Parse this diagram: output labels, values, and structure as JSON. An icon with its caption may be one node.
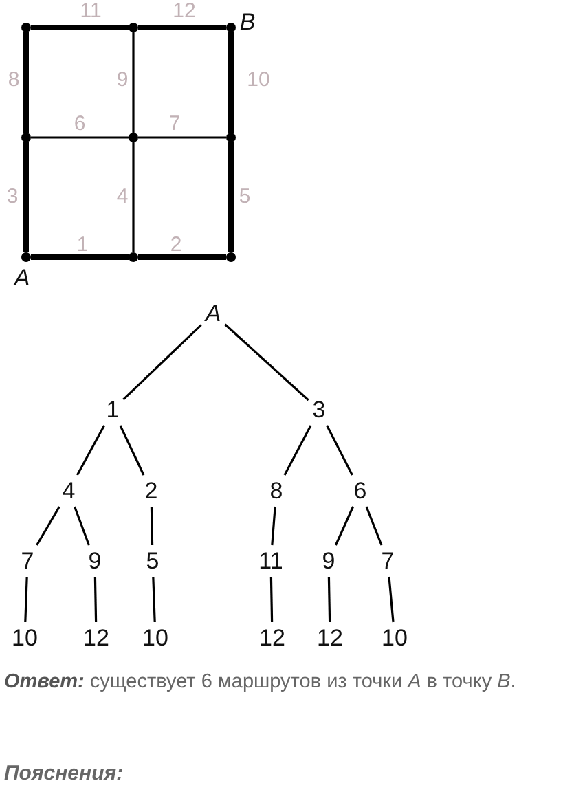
{
  "diagram": {
    "nodes": [
      {
        "text": [],
        "shape": "circle"
      },
      {
        "text": [],
        "shape": "circle"
      },
      {
        "text": [],
        "shape": "circle",
        "beside": [
          "B"
        ]
      },
      {
        "text": [],
        "shape": "circle"
      },
      {
        "text": [],
        "shape": "circle"
      },
      {
        "text": [],
        "shape": "circle"
      },
      {
        "text": [],
        "shape": "circle",
        "beside": [
          "A"
        ]
      },
      {
        "text": [],
        "shape": "circle"
      },
      {
        "text": [],
        "shape": "circle"
      },
      {
        "text": [
          "A"
        ]
      },
      {
        "text": [
          "1"
        ]
      },
      {
        "text": [
          "3"
        ]
      },
      {
        "text": [
          "4"
        ]
      },
      {
        "text": [
          "2"
        ]
      },
      {
        "text": [
          "8"
        ]
      },
      {
        "text": [
          "6"
        ]
      },
      {
        "text": [
          "7"
        ]
      },
      {
        "text": [
          "9"
        ]
      },
      {
        "text": [
          "5"
        ]
      },
      {
        "text": [
          "11"
        ]
      },
      {
        "text": [
          "9"
        ]
      },
      {
        "text": [
          "7"
        ]
      },
      {
        "text": [
          "10"
        ]
      },
      {
        "text": [
          "12"
        ]
      },
      {
        "text": [
          "10"
        ]
      },
      {
        "text": [
          "12"
        ]
      },
      {
        "text": [
          "12"
        ]
      },
      {
        "text": [
          "10"
        ]
      }
    ],
    "edges": [
      {
        "from": 6,
        "to": 7,
        "arrow": "none",
        "label": "1",
        "style": "thick"
      },
      {
        "from": 7,
        "to": 8,
        "arrow": "none",
        "label": "2",
        "style": "thick"
      },
      {
        "from": 6,
        "to": 3,
        "arrow": "none",
        "label": "3",
        "style": "thick"
      },
      {
        "from": 7,
        "to": 4,
        "arrow": "none",
        "label": "4"
      },
      {
        "from": 8,
        "to": 5,
        "arrow": "none",
        "label": "5",
        "style": "thick"
      },
      {
        "from": 3,
        "to": 4,
        "arrow": "none",
        "label": "6"
      },
      {
        "from": 4,
        "to": 5,
        "arrow": "none",
        "label": "7"
      },
      {
        "from": 3,
        "to": 0,
        "arrow": "none",
        "label": "8",
        "style": "thick"
      },
      {
        "from": 4,
        "to": 1,
        "arrow": "none",
        "label": "9"
      },
      {
        "from": 5,
        "to": 2,
        "arrow": "none",
        "label": "10",
        "style": "thick"
      },
      {
        "from": 0,
        "to": 1,
        "arrow": "none",
        "label": "11",
        "style": "thick"
      },
      {
        "from": 1,
        "to": 2,
        "arrow": "none",
        "label": "12",
        "style": "thick"
      },
      {
        "from": 9,
        "to": 10,
        "arrow": "none"
      },
      {
        "from": 9,
        "to": 11,
        "arrow": "none"
      },
      {
        "from": 10,
        "to": 12,
        "arrow": "none"
      },
      {
        "from": 10,
        "to": 13,
        "arrow": "none"
      },
      {
        "from": 11,
        "to": 14,
        "arrow": "none"
      },
      {
        "from": 11,
        "to": 15,
        "arrow": "none"
      },
      {
        "from": 12,
        "to": 16,
        "arrow": "none"
      },
      {
        "from": 12,
        "to": 17,
        "arrow": "none"
      },
      {
        "from": 13,
        "to": 18,
        "arrow": "none"
      },
      {
        "from": 14,
        "to": 19,
        "arrow": "none"
      },
      {
        "from": 15,
        "to": 20,
        "arrow": "none"
      },
      {
        "from": 15,
        "to": 21,
        "arrow": "none"
      },
      {
        "from": 16,
        "to": 22,
        "arrow": "none"
      },
      {
        "from": 17,
        "to": 23,
        "arrow": "none"
      },
      {
        "from": 18,
        "to": 24,
        "arrow": "none"
      },
      {
        "from": 19,
        "to": 25,
        "arrow": "none"
      },
      {
        "from": 20,
        "to": 26,
        "arrow": "none"
      },
      {
        "from": 21,
        "to": 27,
        "arrow": "none"
      }
    ],
    "labels": [
      "**Ответ:** существует 6 маршрутов из точки *A* в точку *B*.",
      "Пояснения:"
    ]
  }
}
